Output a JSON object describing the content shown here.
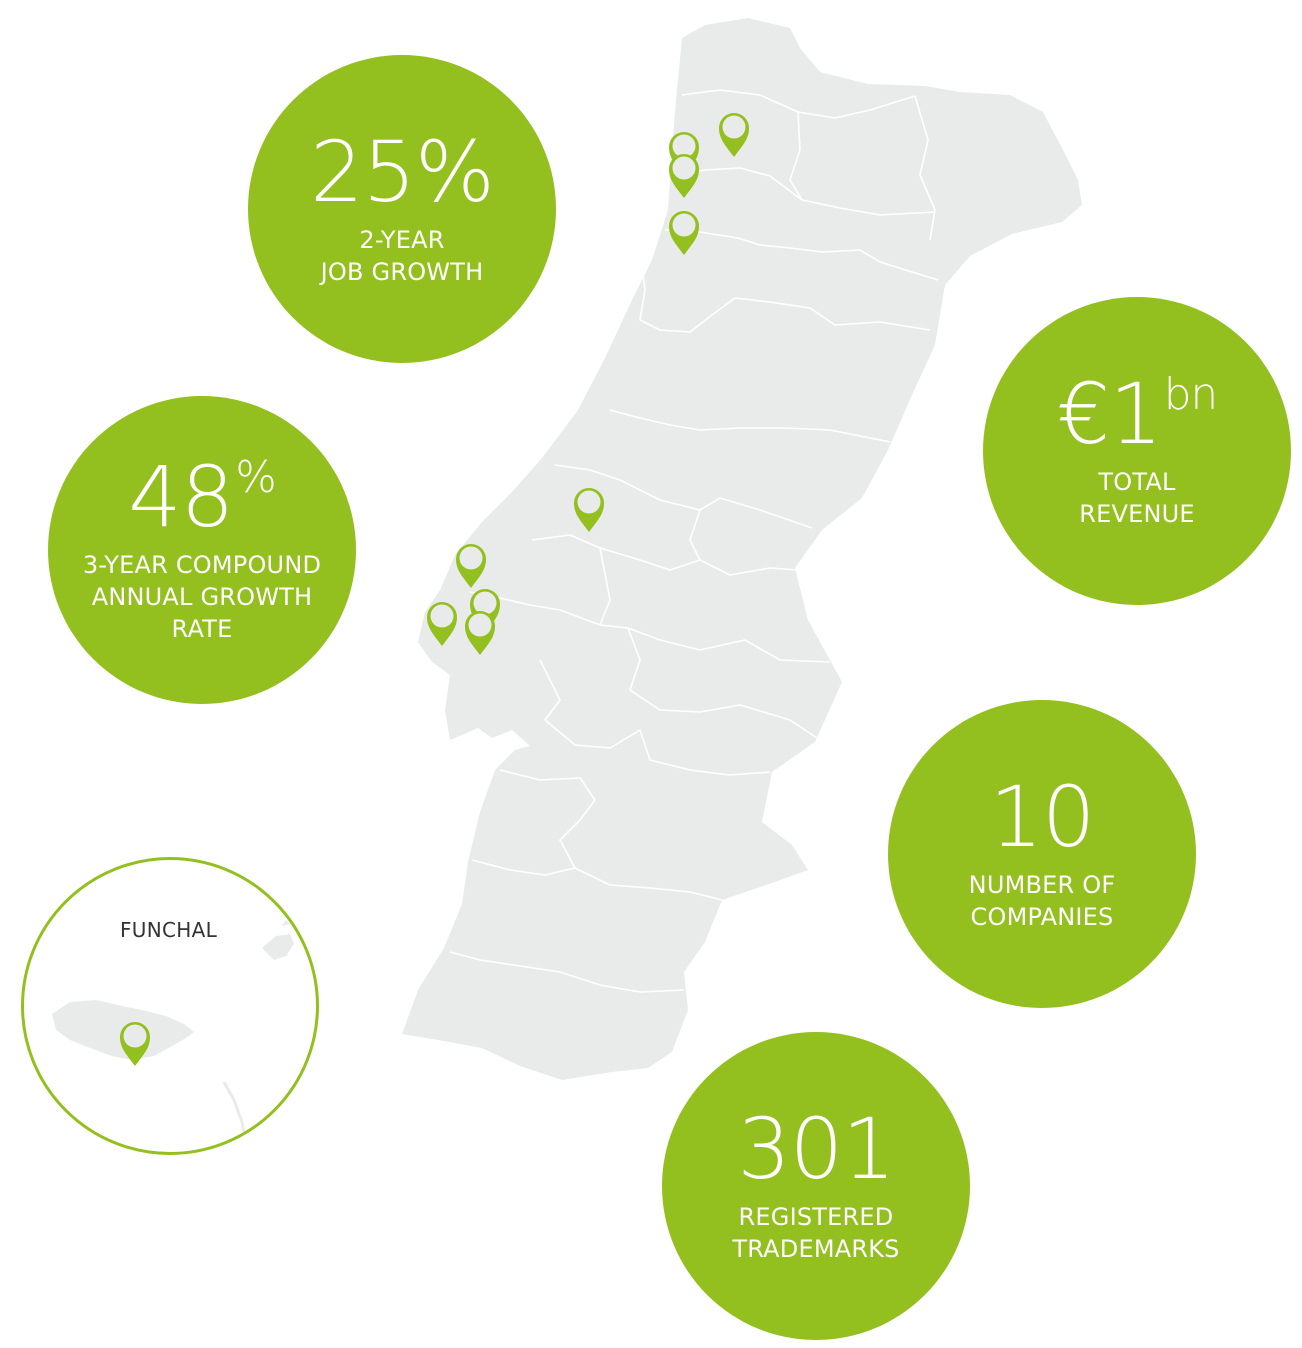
{
  "colors": {
    "accent": "#93c01f",
    "land": "#e9ebeb",
    "border": "#ffffff",
    "label": "#333333"
  },
  "stats": [
    {
      "id": "job-growth",
      "value": "25%",
      "sup": "",
      "label": "2-YEAR\nJOB GROWTH"
    },
    {
      "id": "cagr",
      "value": "48",
      "sup": "%",
      "label": "3-YEAR COMPOUND\nANNUAL GROWTH\nRATE"
    },
    {
      "id": "revenue",
      "value": "€1",
      "sup": "bn",
      "label": "TOTAL\nREVENUE"
    },
    {
      "id": "companies",
      "value": "10",
      "sup": "",
      "label": "NUMBER OF\nCOMPANIES"
    },
    {
      "id": "trademarks",
      "value": "301",
      "sup": "",
      "label": "REGISTERED\nTRADEMARKS"
    }
  ],
  "inset": {
    "label": "FUNCHAL"
  },
  "map_markers": [
    "location-pin-icon"
  ]
}
